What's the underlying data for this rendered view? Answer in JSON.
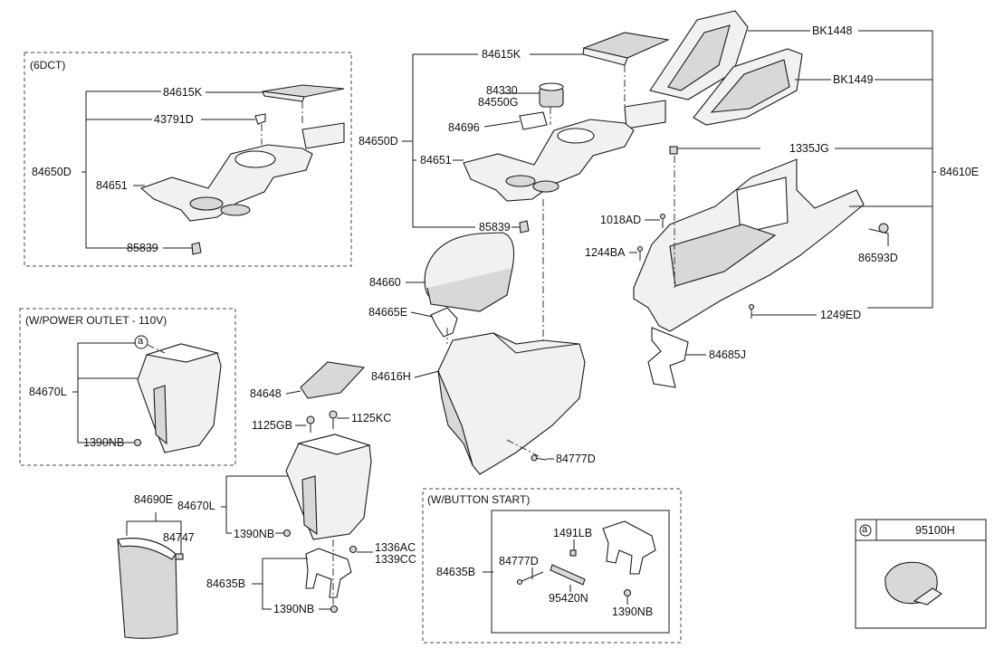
{
  "groups": {
    "g6dct": "(6DCT)",
    "power": "(W/POWER OUTLET - 110V)",
    "button": "(W/BUTTON START)"
  },
  "legend": {
    "circle": "a",
    "part": "95100H"
  },
  "labels": {
    "l84615k_a": "84615K",
    "l43791d": "43791D",
    "l84650d_a": "84650D",
    "l84651_a": "84651",
    "l85839_a": "85839",
    "l84615k_b": "84615K",
    "l84330": "84330",
    "l84550g": "84550G",
    "l84696": "84696",
    "l84650d_b": "84650D",
    "l84651_b": "84651",
    "l85839_b": "85839",
    "l84660": "84660",
    "l84665e": "84665E",
    "l84616h": "84616H",
    "l84648": "84648",
    "l1125gb": "1125GB",
    "l1125kc": "1125KC",
    "l84777d_a": "84777D",
    "lbk1448": "BK1448",
    "lbk1449": "BK1449",
    "l1335jg": "1335JG",
    "l84610e": "84610E",
    "l1018ad": "1018AD",
    "l1244ba": "1244BA",
    "l86593d": "86593D",
    "l1249ed": "1249ED",
    "l84685j": "84685J",
    "lcirc_a": "a",
    "l84670l_a": "84670L",
    "l1390nb_a": "1390NB",
    "l84690e": "84690E",
    "l84747": "84747",
    "l84670l_b": "84670L",
    "l1390nb_b": "1390NB",
    "l1336ac": "1336AC",
    "l1339cc": "1339CC",
    "l84635b_a": "84635B",
    "l1390nb_c": "1390NB",
    "l84635b_b": "84635B",
    "l1491lb": "1491LB",
    "l84777d_b": "84777D",
    "l95420n": "95420N",
    "l1390nb_d": "1390NB"
  }
}
